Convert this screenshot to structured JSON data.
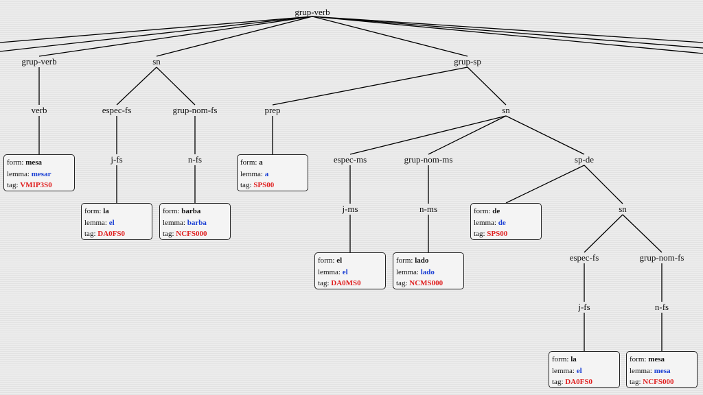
{
  "colors": {
    "lemma": "#1a3fd4",
    "tag": "#e02020",
    "edge": "#000000"
  },
  "field_labels": {
    "form": "form:",
    "lemma": "lemma:",
    "tag": "tag:"
  },
  "nodes": {
    "root": "grup-verb",
    "n_grupverb": "grup-verb",
    "n_verb": "verb",
    "n_sn1": "sn",
    "n_especfs1": "espec-fs",
    "n_jfs1": "j-fs",
    "n_grupnomfs1": "grup-nom-fs",
    "n_nfs1": "n-fs",
    "n_grupsp": "grup-sp",
    "n_prep": "prep",
    "n_sn2": "sn",
    "n_especms": "espec-ms",
    "n_jms": "j-ms",
    "n_grupnomms": "grup-nom-ms",
    "n_nms": "n-ms",
    "n_spde": "sp-de",
    "n_sn3": "sn",
    "n_especfs2": "espec-fs",
    "n_jfs2": "j-fs",
    "n_grupnomfs2": "grup-nom-fs",
    "n_nfs2": "n-fs"
  },
  "leaves": {
    "mesa_verb": {
      "form": "mesa",
      "lemma": "mesar",
      "tag": "VMIP3S0"
    },
    "la1": {
      "form": "la",
      "lemma": "el",
      "tag": "DA0FS0"
    },
    "barba": {
      "form": "barba",
      "lemma": "barba",
      "tag": "NCFS000"
    },
    "a": {
      "form": "a",
      "lemma": "a",
      "tag": "SPS00"
    },
    "el": {
      "form": "el",
      "lemma": "el",
      "tag": "DA0MS0"
    },
    "lado": {
      "form": "lado",
      "lemma": "lado",
      "tag": "NCMS000"
    },
    "de": {
      "form": "de",
      "lemma": "de",
      "tag": "SPS00"
    },
    "la2": {
      "form": "la",
      "lemma": "el",
      "tag": "DA0FS0"
    },
    "mesa_noun": {
      "form": "mesa",
      "lemma": "mesa",
      "tag": "NCFS000"
    }
  }
}
